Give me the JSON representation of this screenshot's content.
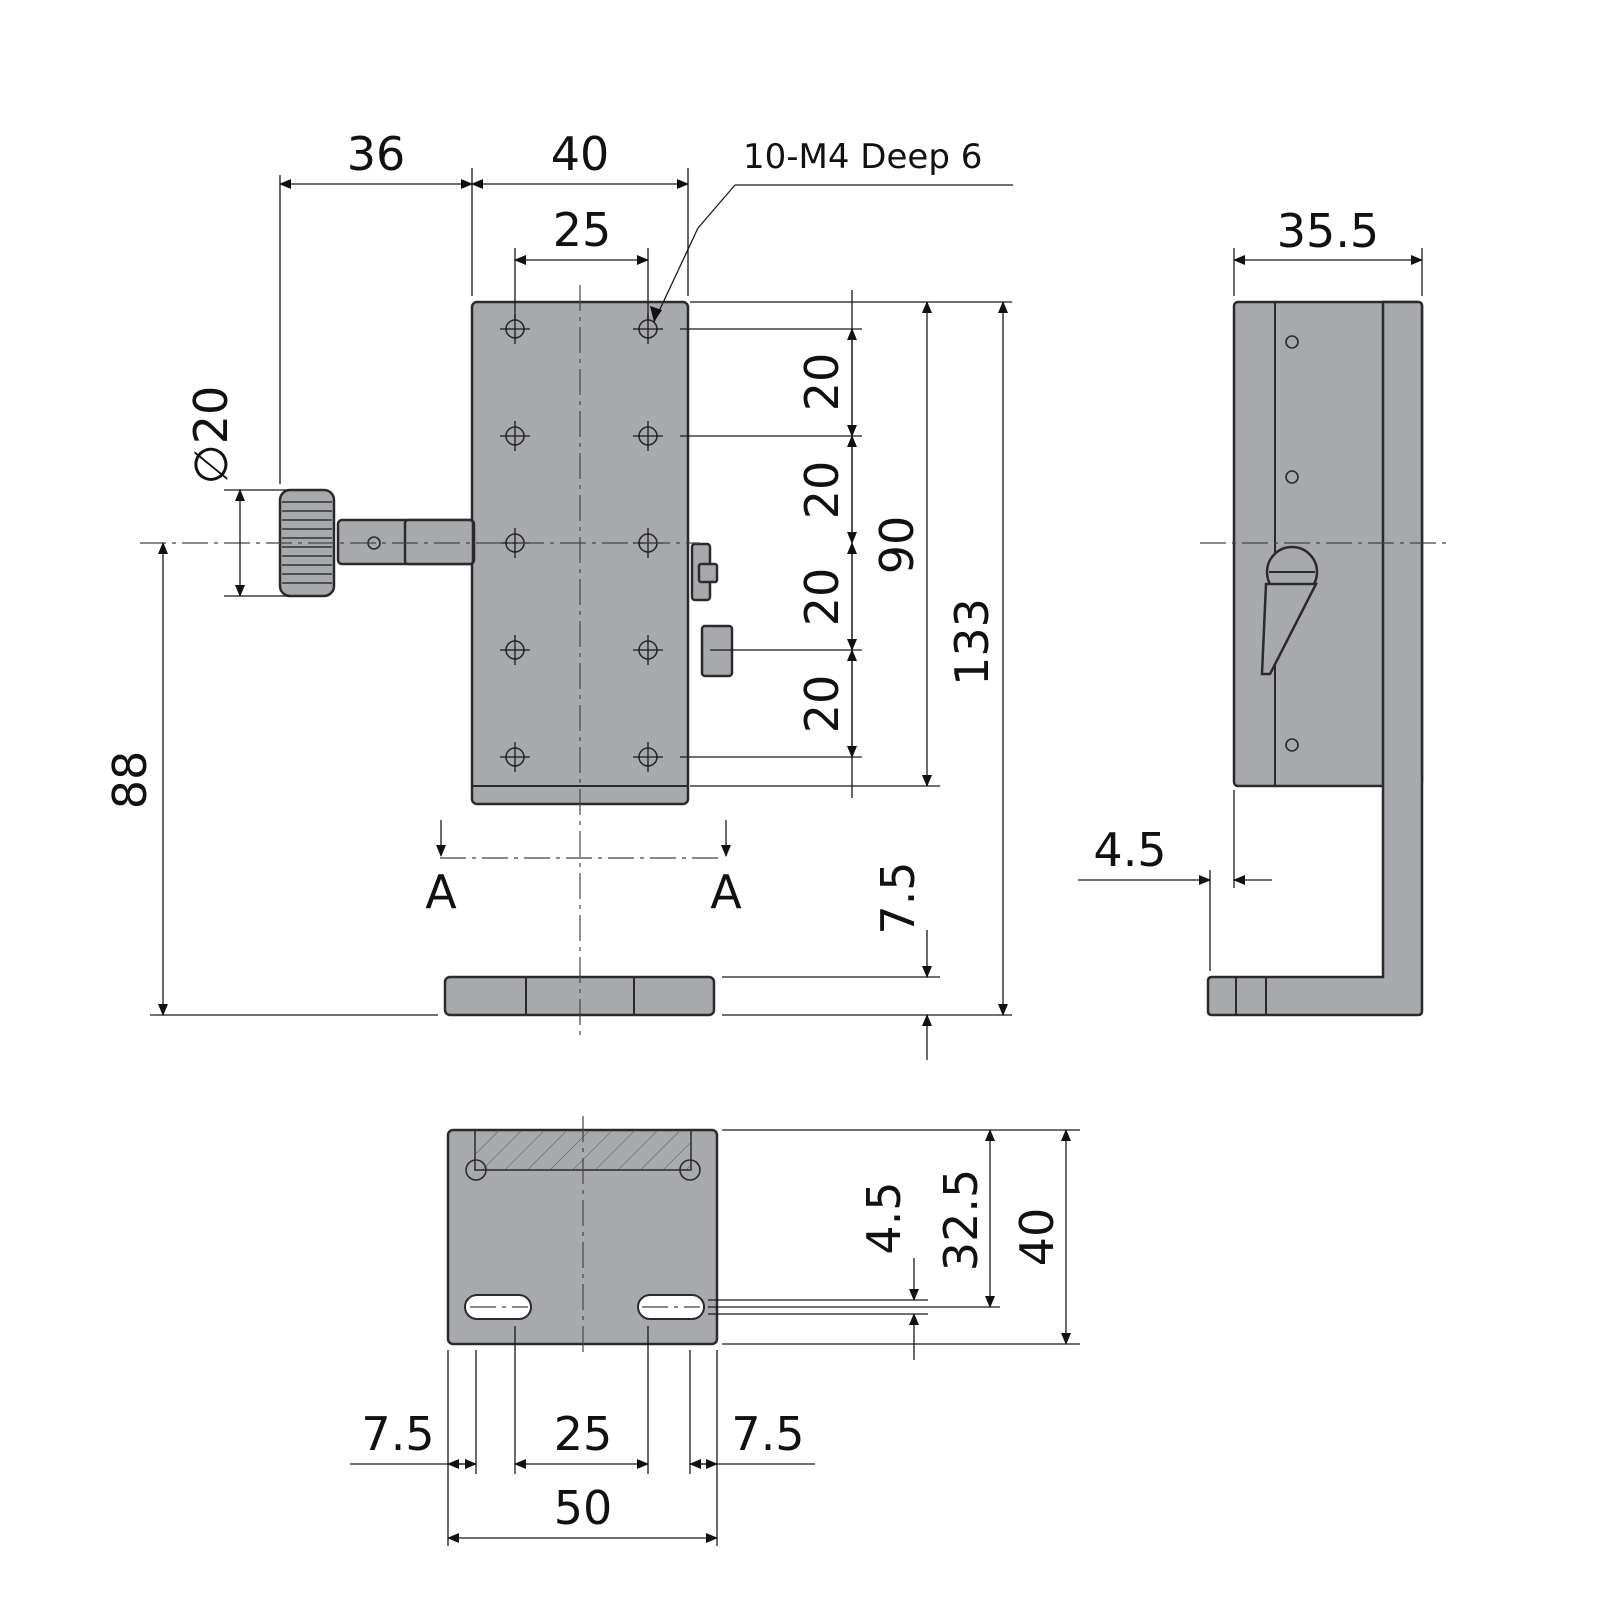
{
  "callout": "10-M4 Deep 6",
  "front_view": {
    "knob_offset": "36",
    "top_width": "40",
    "hole_pitch": "25",
    "knob_diameter": "20",
    "knob_diameter_symbol": "∅",
    "height_to_knob": "88",
    "pitch_1": "20",
    "pitch_2": "20",
    "pitch_3": "20",
    "pitch_4": "20",
    "travel_span": "90",
    "total_height": "133",
    "base_thickness": "7.5",
    "section_mark": "A"
  },
  "side_view": {
    "depth": "35.5",
    "offset": "4.5"
  },
  "bottom_view": {
    "slot_offset": "4.5",
    "slot_to_top": "32.5",
    "base_depth": "40",
    "left_margin": "7.5",
    "slot_pitch": "25",
    "right_margin": "7.5",
    "base_width": "50"
  }
}
